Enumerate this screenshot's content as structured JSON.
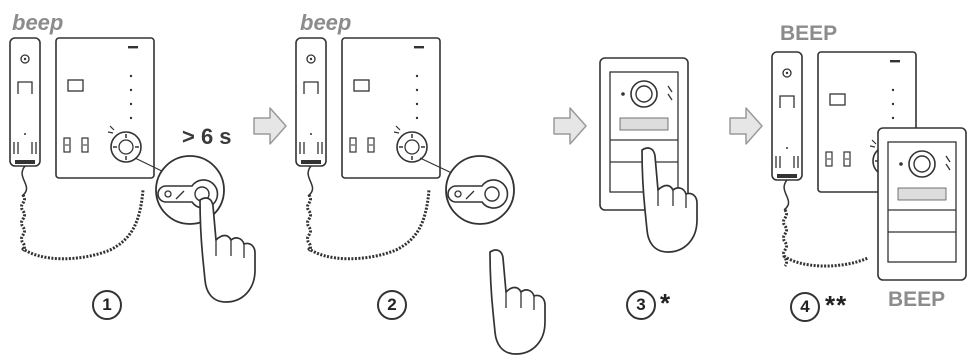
{
  "panel1": {
    "sound": "beep",
    "duration": "> 6 s",
    "step": "1"
  },
  "panel2": {
    "sound": "beep",
    "step": "2"
  },
  "panel3": {
    "step": "3",
    "mark": "*"
  },
  "panel4": {
    "sound_top": "BEEP",
    "sound_bottom": "BEEP",
    "step": "4",
    "mark": "**"
  },
  "colors": {
    "line": "#333333",
    "arrow_fill": "#e6e6e6",
    "arrow_stroke": "#9a9a9a",
    "label_grey": "#8c8c8c"
  }
}
